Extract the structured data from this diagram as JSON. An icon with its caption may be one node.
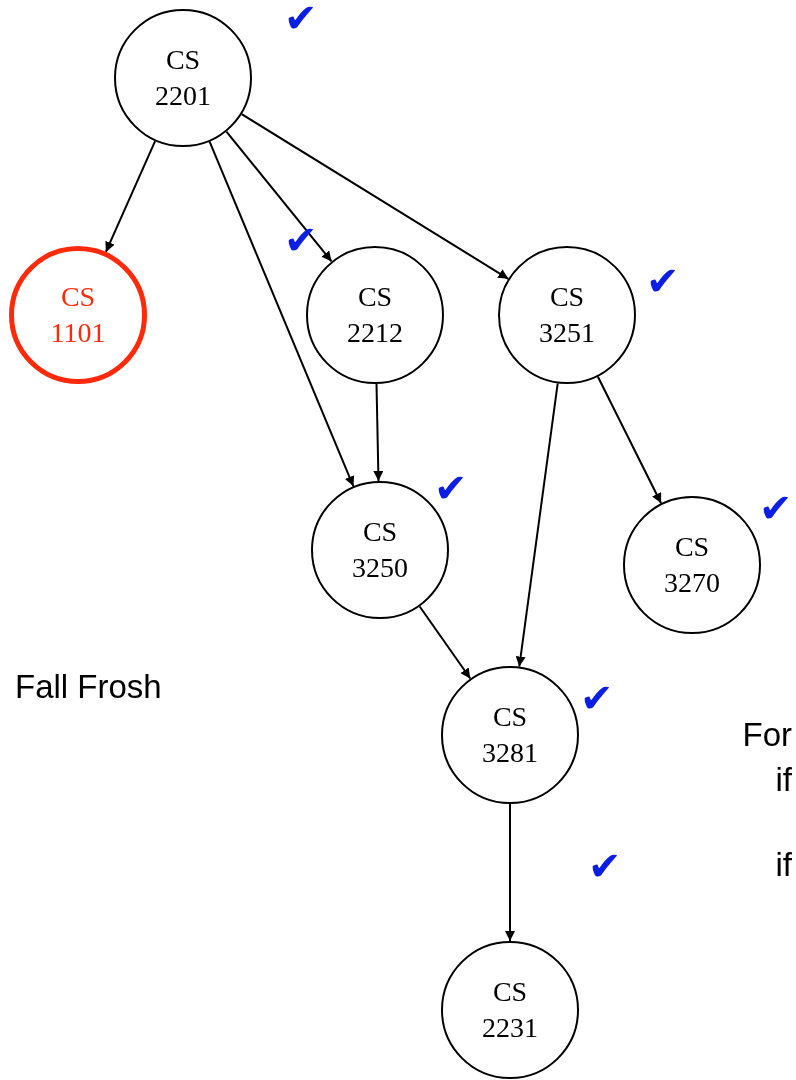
{
  "diagram": {
    "nodes": [
      {
        "text": [
          "CS 2201"
        ],
        "beside": [
          "✔"
        ]
      },
      {
        "text": [
          "CS 1101"
        ]
      },
      {
        "text": [
          "CS 2212"
        ],
        "beside": [
          "✔"
        ]
      },
      {
        "text": [
          "CS 3251"
        ],
        "beside": [
          "✔"
        ]
      },
      {
        "text": [
          "CS 3250"
        ],
        "beside": [
          "✔"
        ]
      },
      {
        "text": [
          "CS 3270"
        ],
        "beside": [
          "✔"
        ]
      },
      {
        "text": [
          "CS 3281"
        ],
        "beside": [
          "✔"
        ]
      },
      {
        "text": [
          "CS 2231"
        ],
        "beside": [
          "✔"
        ]
      }
    ],
    "edges": [
      {
        "from": 0,
        "to": 1,
        "arrow": "to"
      },
      {
        "from": 0,
        "to": 4,
        "arrow": "to"
      },
      {
        "from": 0,
        "to": 2,
        "arrow": "to"
      },
      {
        "from": 0,
        "to": 3,
        "arrow": "to"
      },
      {
        "from": 2,
        "to": 4,
        "arrow": "to"
      },
      {
        "from": 3,
        "to": 6,
        "arrow": "to"
      },
      {
        "from": 3,
        "to": 5,
        "arrow": "to"
      },
      {
        "from": 4,
        "to": 6,
        "arrow": "to"
      },
      {
        "from": 6,
        "to": 7,
        "arrow": "to"
      }
    ],
    "labels": [
      "Fall Frosh",
      "For",
      "if",
      "if"
    ]
  }
}
